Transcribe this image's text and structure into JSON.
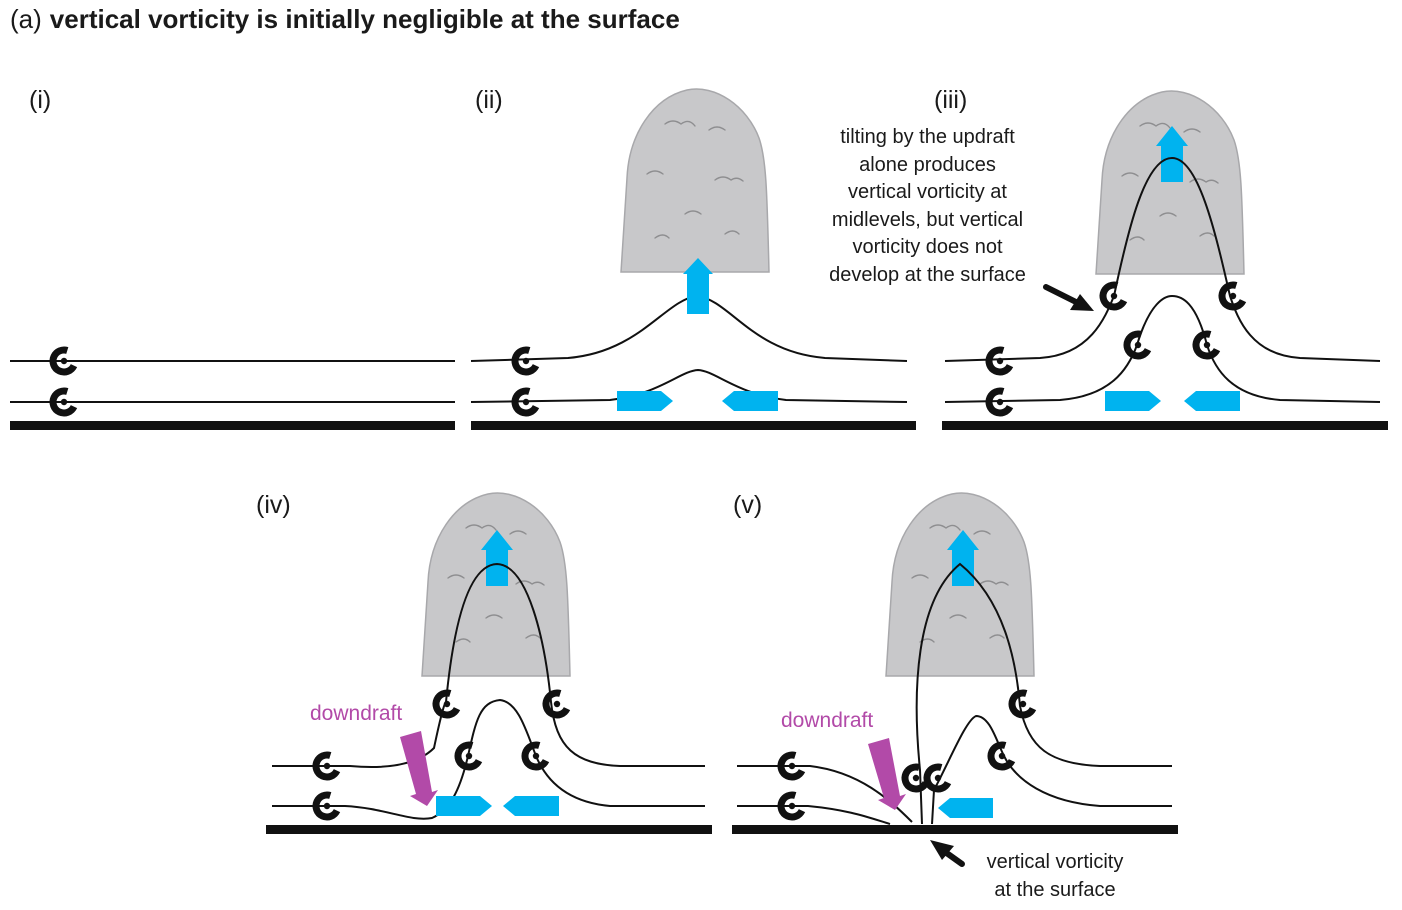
{
  "title": {
    "tag": "(a)",
    "text": "vertical vorticity is initially negligible at the surface"
  },
  "panels": [
    {
      "label": "(i)"
    },
    {
      "label": "(ii)"
    },
    {
      "label": "(iii)",
      "annotation": [
        "tilting by the updraft",
        "alone produces",
        "vertical vorticity at",
        "midlevels, but vertical",
        "vorticity does not",
        "develop at the surface"
      ]
    },
    {
      "label": "(iv)",
      "downdraft_label": "downdraft"
    },
    {
      "label": "(v)",
      "downdraft_label": "downdraft",
      "annotation": [
        "vertical vorticity",
        "at the surface"
      ]
    }
  ],
  "colors": {
    "updraft_arrow": "#00b3ef",
    "downdraft_arrow": "#b24aa8",
    "cloud_fill": "#c8c8ca",
    "cloud_detail": "#8e8e90",
    "ground": "#111111",
    "vortex_line": "#111111"
  },
  "icons": [
    "vortex-tube-icon",
    "cloud-icon",
    "updraft-arrow-icon",
    "inflow-arrow-icon",
    "downdraft-arrow-icon",
    "pointer-arrow-icon"
  ]
}
